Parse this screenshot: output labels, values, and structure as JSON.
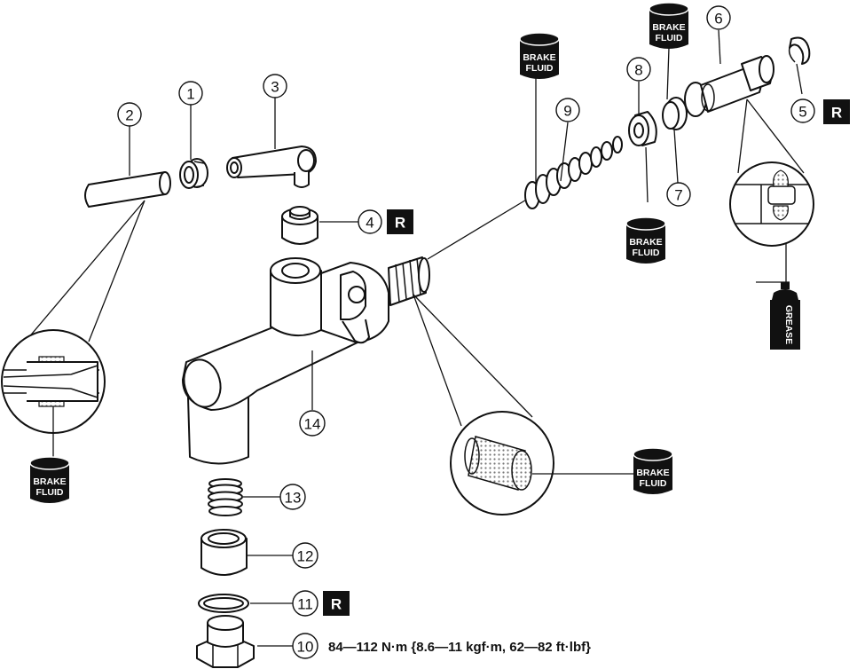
{
  "callouts": [
    "1",
    "2",
    "3",
    "4",
    "5",
    "6",
    "7",
    "8",
    "9",
    "10",
    "11",
    "12",
    "13",
    "14"
  ],
  "labels": {
    "brake_fluid_line1": "BRAKE",
    "brake_fluid_line2": "FLUID",
    "grease": "GREASE",
    "replace_mark": "R"
  },
  "torque_spec": "84—112 N·m {8.6—11 kgf·m, 62—82 ft·lbf}",
  "colors": {
    "line": "#111111",
    "badge": "#111111",
    "dots": "#777777"
  }
}
